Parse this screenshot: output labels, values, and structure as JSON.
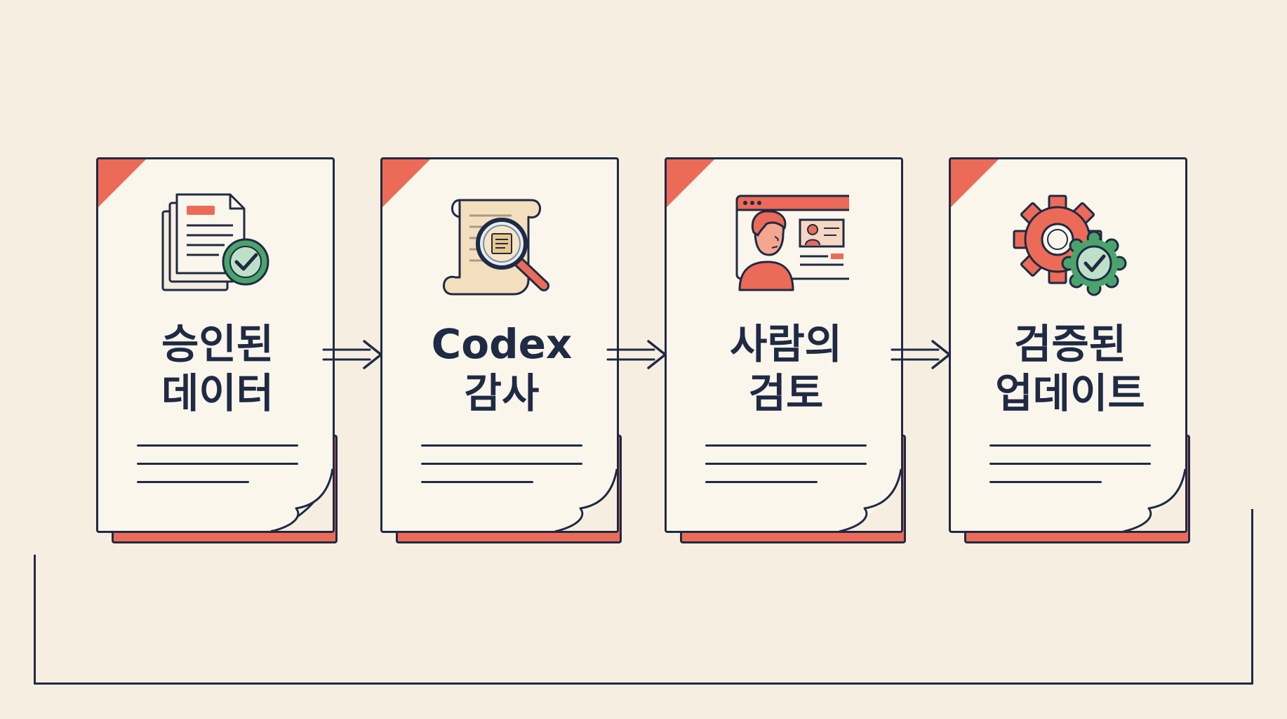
{
  "steps": [
    {
      "line1": "승인된",
      "line2": "데이터",
      "icon": "approved-documents-icon"
    },
    {
      "line1": "Codex",
      "line2": "감사",
      "icon": "scroll-magnifier-icon"
    },
    {
      "line1": "사람의",
      "line2": "검토",
      "icon": "human-reviewer-icon"
    },
    {
      "line1": "검증된",
      "line2": "업데이트",
      "icon": "verified-gear-icon"
    }
  ],
  "colors": {
    "background": "#f6efe1",
    "card": "#fbf6ec",
    "accent": "#ec6b58",
    "ink": "#1f2a44",
    "success": "#4aa36b"
  }
}
